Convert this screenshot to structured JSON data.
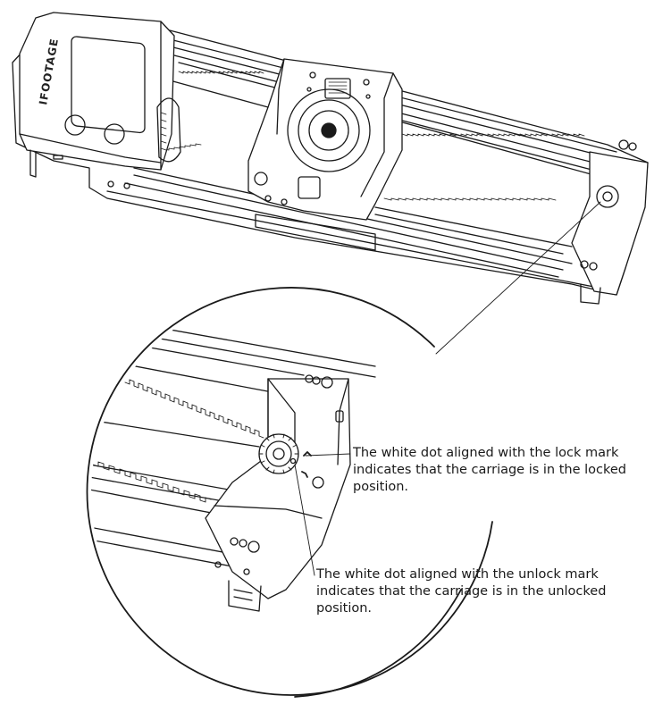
{
  "brand": {
    "logo_text": "IFOOTAGE"
  },
  "callouts": {
    "lock": {
      "text": "The white dot aligned with the lock mark\nindicates that the carriage is in the locked\nposition."
    },
    "unlock": {
      "text": "The white dot aligned with the unlock mark\nindicates that the carriage is in the unlocked\nposition."
    }
  },
  "colors": {
    "line": "#1a1a1a",
    "fill": "#ffffff",
    "shade": "#e6e6e6"
  }
}
